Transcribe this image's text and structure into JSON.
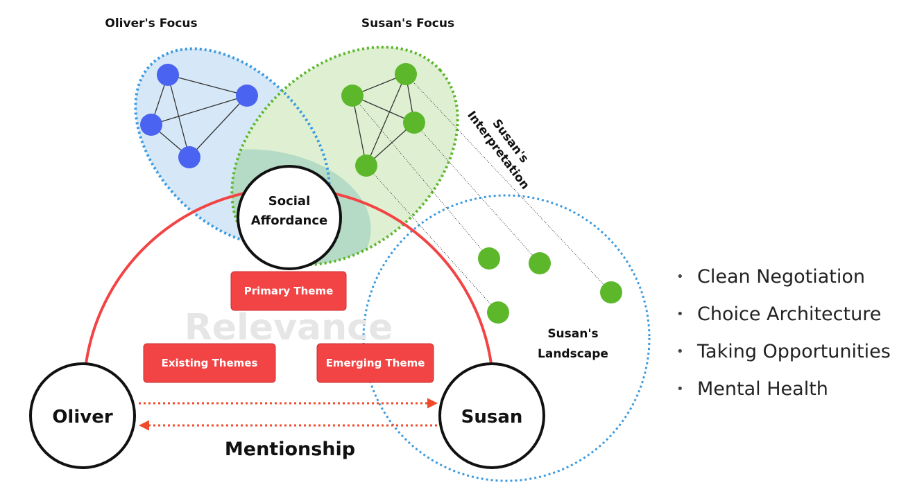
{
  "labels": {
    "oliver_focus": "Oliver's Focus",
    "susan_focus": "Susan's Focus",
    "interpretation_line1": "Susan's",
    "interpretation_line2": "Interpretation",
    "social_line1": "Social",
    "social_line2": "Affordance",
    "relevance": "Relevance",
    "landscape_line1": "Susan's",
    "landscape_line2": "Landscape",
    "oliver": "Oliver",
    "susan": "Susan",
    "mentionship": "Mentionship"
  },
  "themes": {
    "primary": "Primary Theme",
    "existing": "Existing Themes",
    "emerging": "Emerging Theme"
  },
  "bullets": [
    "Clean Negotiation",
    "Choice Architecture",
    "Taking Opportunities",
    "Mental Health"
  ],
  "colors": {
    "blue_node": "#4a63f0",
    "green_node": "#5cb82a",
    "red": "#f24444",
    "blue_dotted": "#3a9ae0",
    "green_dotted": "#5bb52a",
    "blue_fill": "#d6e8f8",
    "green_fill": "#dff0d2",
    "overlap_fill": "#b5dbc6",
    "arrow": "#f04a2a"
  }
}
